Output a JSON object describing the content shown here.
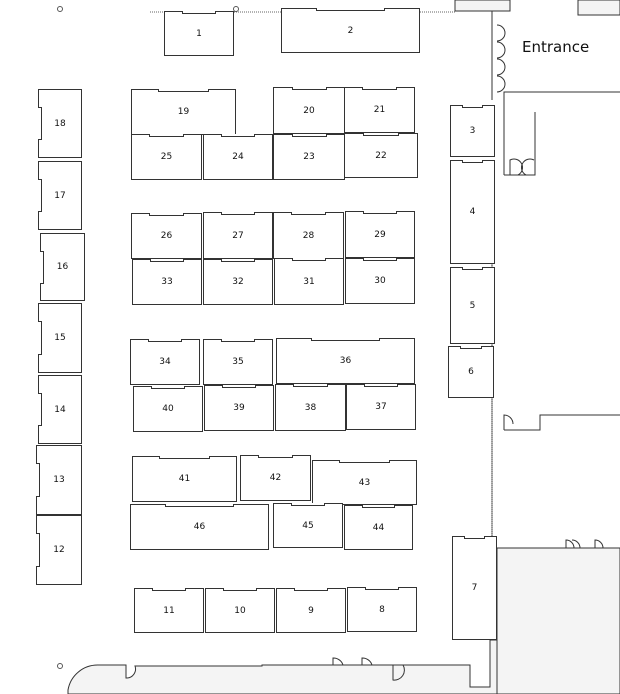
{
  "title": "Floor plan",
  "entrance_label": "Entrance",
  "booths": [
    "1",
    "2",
    "3",
    "4",
    "5",
    "6",
    "7",
    "8",
    "9",
    "10",
    "11",
    "12",
    "13",
    "14",
    "15",
    "16",
    "17",
    "18",
    "19",
    "20",
    "21",
    "22",
    "23",
    "24",
    "25",
    "26",
    "27",
    "28",
    "29",
    "30",
    "31",
    "32",
    "33",
    "34",
    "35",
    "36",
    "37",
    "38",
    "39",
    "40",
    "41",
    "42",
    "43",
    "44",
    "45",
    "46"
  ],
  "colors": {
    "wall": "#333333",
    "floor_gray": "#f4f4f4"
  }
}
